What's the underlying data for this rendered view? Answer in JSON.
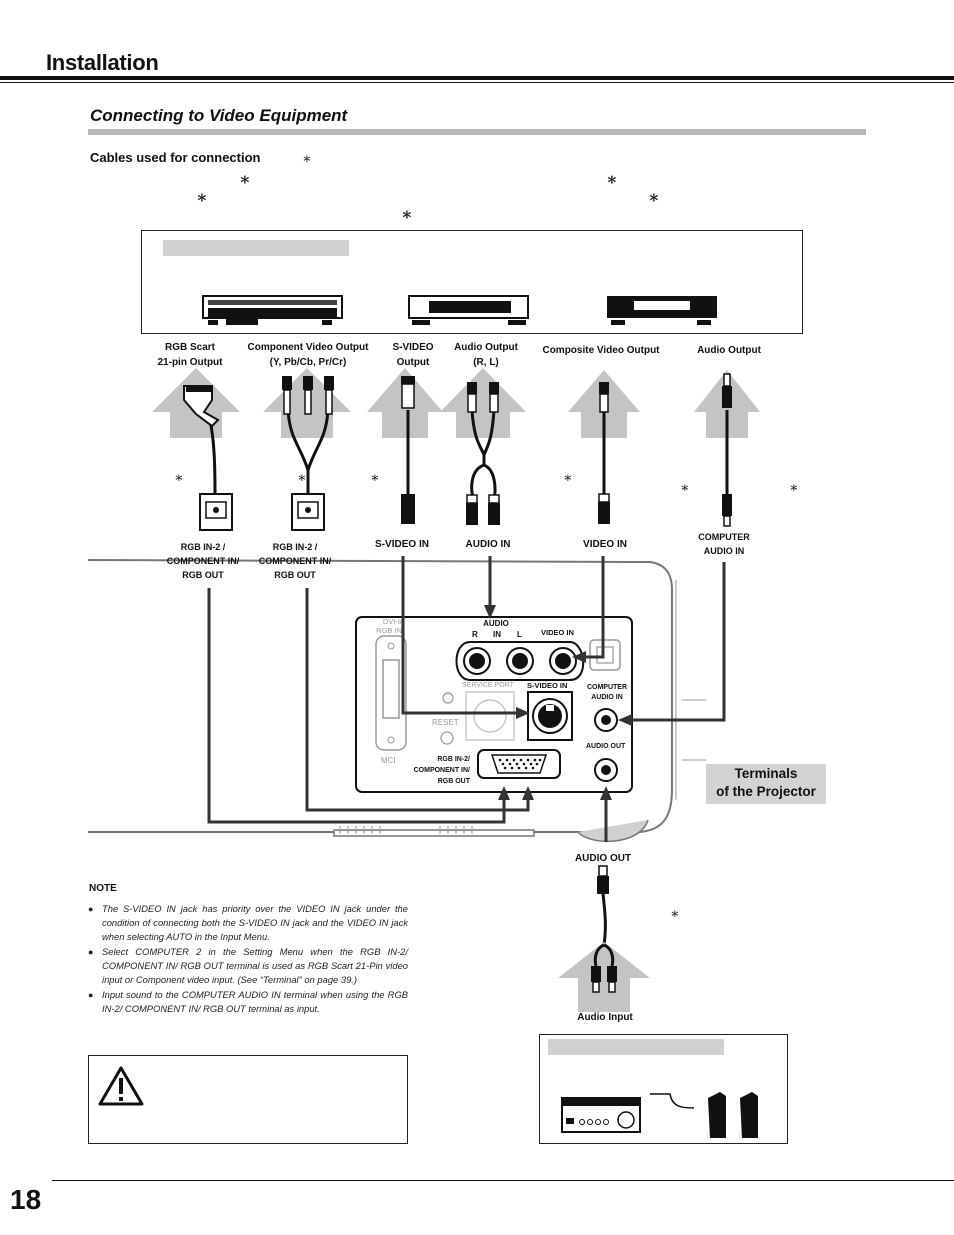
{
  "header": {
    "section": "Installation",
    "subsection": "Connecting to Video Equipment"
  },
  "cables": {
    "heading": "Cables used for connection",
    "marker": "∗"
  },
  "outputs": [
    {
      "line1": "RGB Scart",
      "line2": "21-pin Output"
    },
    {
      "line1": "Component Video Output",
      "line2": "(Y, Pb/Cb, Pr/Cr)"
    },
    {
      "line1": "S-VIDEO",
      "line2": "Output"
    },
    {
      "line1": "Audio Output",
      "line2": "(R, L)"
    },
    {
      "line1": "Composite Video Output",
      "line2": ""
    },
    {
      "line1": "Audio Output",
      "line2": ""
    }
  ],
  "inputs": {
    "rgb_in_1": "RGB IN-2 /",
    "rgb_in_2": "COMPONENT IN/",
    "rgb_in_3": "RGB OUT",
    "rgb_in_b1": "RGB IN-2 /",
    "rgb_in_b2": "COMPONENT IN/",
    "rgb_in_b3": "RGB OUT",
    "svideo": "S-VIDEO IN",
    "audio": "AUDIO IN",
    "video": "VIDEO IN",
    "computer_audio_1": "COMPUTER",
    "computer_audio_2": "AUDIO  IN"
  },
  "panel": {
    "dvi": "DVI-I/",
    "rgb_in": "RGB IN",
    "audio": "AUDIO",
    "r": "R",
    "in": "IN",
    "l": "L",
    "video_in": "VIDEO IN",
    "service_port": "SERVICE PORT",
    "svideo_in": "S-VIDEO IN",
    "computer": "COMPUTER",
    "audio_in": "AUDIO IN",
    "reset": "RESET",
    "audio_out": "AUDIO OUT",
    "mci": "MCI",
    "rgb2_1": "RGB IN-2/",
    "rgb2_2": "COMPONENT IN/",
    "rgb2_3": "RGB OUT"
  },
  "terminals": {
    "line1": "Terminals",
    "line2": "of the Projector"
  },
  "audio_out_label": "AUDIO OUT",
  "audio_input_label": "Audio Input",
  "note": {
    "title": "NOTE",
    "items": [
      "The S-VIDEO IN jack has priority over the VIDEO IN jack under the condition of connecting both the S-VIDEO IN jack and the VIDEO IN jack  when selecting AUTO in the Input Menu.",
      "Select COMPUTER 2 in the Setting Menu when the RGB IN-2/ COMPONENT IN/ RGB OUT terminal is used as RGB Scart 21-Pin video input or Component video input.  (See “Terminal” on page 39.)",
      "Input sound to the COMPUTER AUDIO IN terminal when using the RGB IN-2/ COMPONENT IN/ RGB OUT terminal as input."
    ]
  },
  "page_number": "18"
}
